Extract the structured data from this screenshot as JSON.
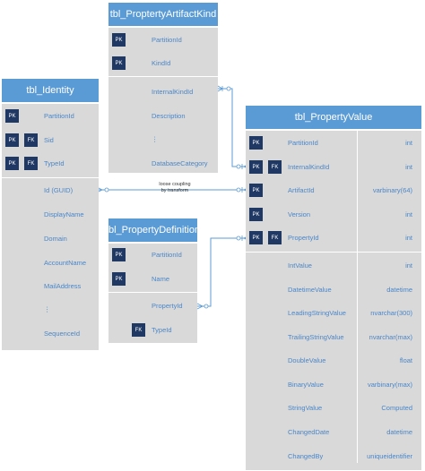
{
  "tables": {
    "artifact_kind": {
      "title": "tbl_ProptertyArtifactKind",
      "pk_rows": [
        {
          "badge": "PK",
          "name": "PartitionId"
        },
        {
          "badge": "PK",
          "name": "KindId"
        }
      ],
      "rows": [
        "InternalKindId",
        "Description",
        "⋮",
        "DatabaseCategory"
      ]
    },
    "identity": {
      "title": "tbl_Identity",
      "pk_rows": [
        {
          "badge": "PK",
          "fk": "",
          "name": "PartitionId"
        },
        {
          "badge": "PK",
          "fk": "FK",
          "name": "Sid"
        },
        {
          "badge": "PK",
          "fk": "FK",
          "name": "TypeId"
        }
      ],
      "rows": [
        "Id (GUID)",
        "DisplayName",
        "Domain",
        "AccountName",
        "MailAddress",
        "⋮",
        "SequenceId"
      ]
    },
    "definition": {
      "title": "tbl_PropertyDefinition",
      "pk_rows": [
        {
          "badge": "PK",
          "name": "PartitionId"
        },
        {
          "badge": "PK",
          "name": "Name"
        }
      ],
      "rows": [
        {
          "fk": "",
          "name": "PropertyId"
        },
        {
          "fk": "FK",
          "name": "TypeId"
        }
      ]
    },
    "value": {
      "title": "tbl_PropertyValue",
      "pk_rows": [
        {
          "badge": "PK",
          "fk": "",
          "name": "PartitionId",
          "type": "int"
        },
        {
          "badge": "PK",
          "fk": "FK",
          "name": "InternalKindId",
          "type": "int"
        },
        {
          "badge": "PK",
          "fk": "",
          "name": "ArtifactId",
          "type": "varbinary(64)"
        },
        {
          "badge": "PK",
          "fk": "",
          "name": "Version",
          "type": "int"
        },
        {
          "badge": "PK",
          "fk": "FK",
          "name": "PropertyId",
          "type": "int"
        }
      ],
      "rows": [
        {
          "name": "IntValue",
          "type": "int"
        },
        {
          "name": "DatetimeValue",
          "type": "datetime"
        },
        {
          "name": "LeadingStringValue",
          "type": "nvarchar(300)"
        },
        {
          "name": "TrailingStringValue",
          "type": "nvarchar(max)"
        },
        {
          "name": "DoubleValue",
          "type": "float"
        },
        {
          "name": "BinaryValue",
          "type": "varbinary(max)"
        },
        {
          "name": "StringValue",
          "type": "Computed"
        },
        {
          "name": "ChangedDate",
          "type": "datetime"
        },
        {
          "name": "ChangedBy",
          "type": "uniqueidentifier"
        }
      ]
    }
  },
  "connector_note": "loose coupling\nby transform",
  "colors": {
    "header": "#5b9bd5",
    "body": "#d9d9d9",
    "badge": "#1f3864",
    "text": "#4a86c8",
    "line": "#5b9bd5"
  }
}
